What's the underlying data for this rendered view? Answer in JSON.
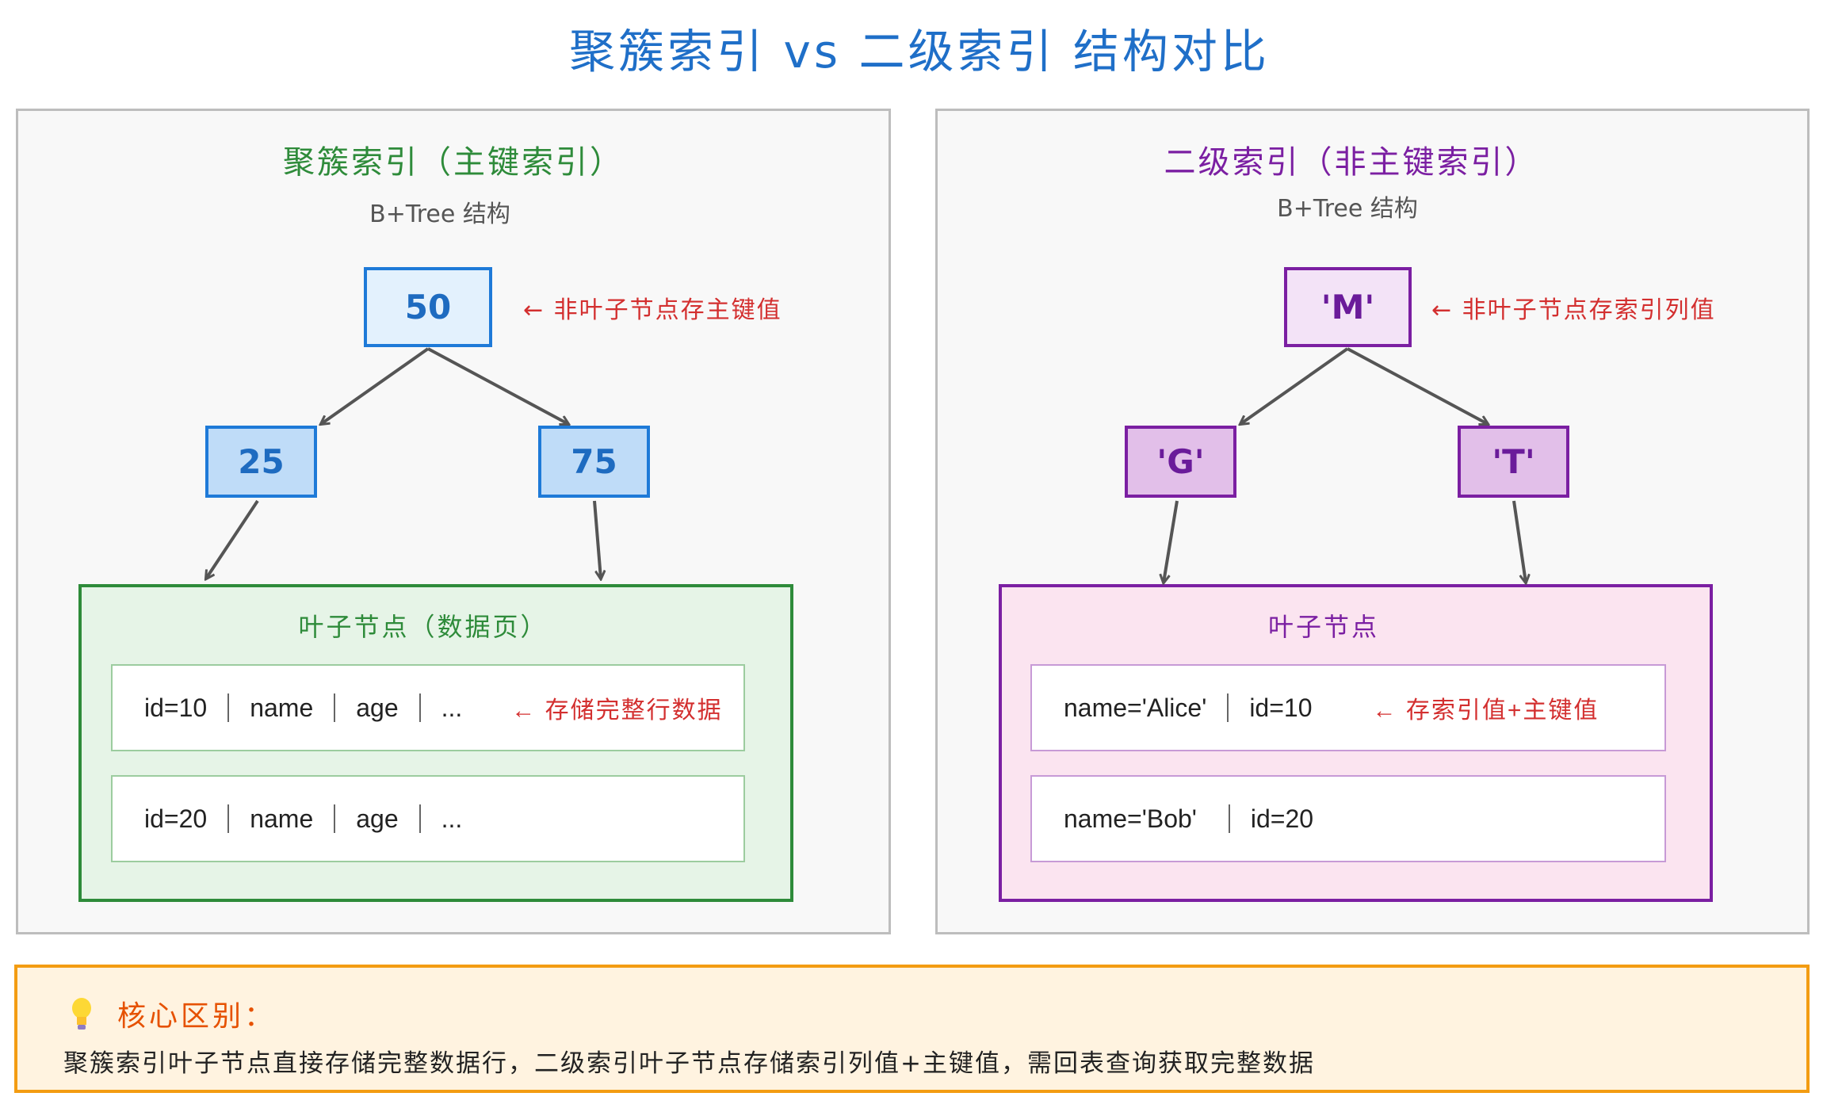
{
  "title": "聚簇索引 vs 二级索引 结构对比",
  "colors": {
    "title": "#1f6fc8",
    "clustered": "#2e8b3a",
    "secondary": "#7b1fa2",
    "note": "#d32f2f",
    "highlight": "#e65100"
  },
  "clustered": {
    "title": "聚簇索引（主键索引）",
    "subtitle": "B+Tree 结构",
    "root": "50",
    "root_note": "← 非叶子节点存主键值",
    "children": [
      "25",
      "75"
    ],
    "leaf_title": "叶子节点（数据页）",
    "rows": [
      {
        "cells": [
          "id=10",
          "name",
          "age",
          "..."
        ],
        "note": "← 存储完整行数据"
      },
      {
        "cells": [
          "id=20",
          "name",
          "age",
          "..."
        ],
        "note": ""
      }
    ]
  },
  "secondary": {
    "title": "二级索引（非主键索引）",
    "subtitle": "B+Tree 结构",
    "root": "'M'",
    "root_note": "← 非叶子节点存索引列值",
    "children": [
      "'G'",
      "'T'"
    ],
    "leaf_title": "叶子节点",
    "rows": [
      {
        "cells": [
          "name='Alice'",
          "id=10"
        ],
        "note": "← 存索引值+主键值"
      },
      {
        "cells": [
          "name='Bob'",
          "id=20"
        ],
        "note": ""
      }
    ]
  },
  "summary": {
    "icon": "lightbulb-icon",
    "title": "核心区别：",
    "text": "聚簇索引叶子节点直接存储完整数据行，二级索引叶子节点存储索引列值+主键值，需回表查询获取完整数据"
  }
}
